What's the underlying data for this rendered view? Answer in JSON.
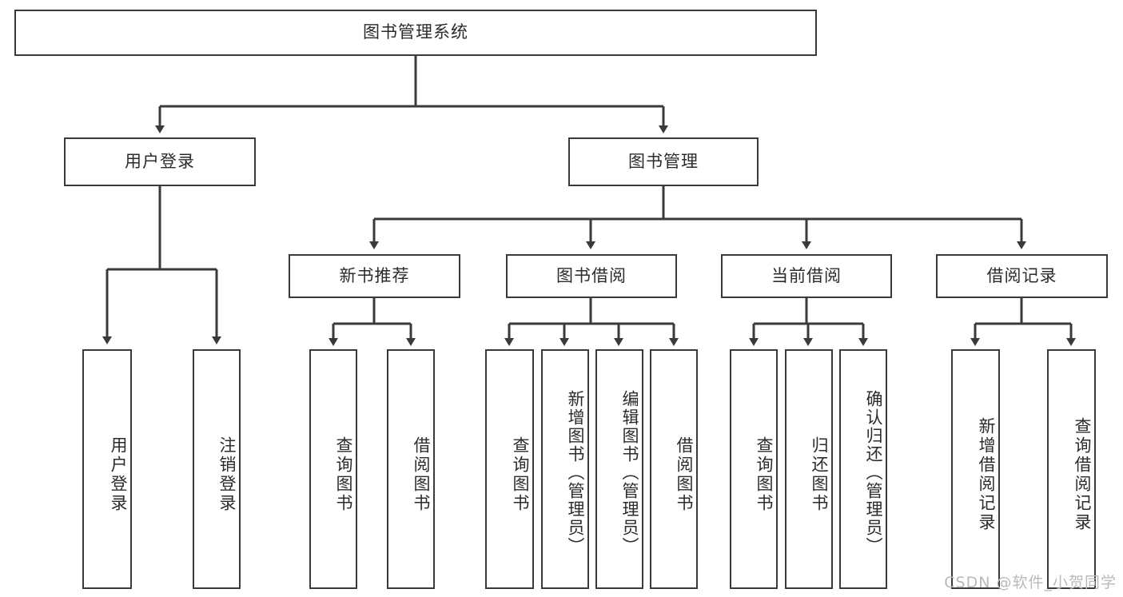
{
  "diagram": {
    "type": "tree",
    "title": "图书管理系统",
    "root": {
      "id": "root",
      "label": "图书管理系统"
    },
    "level1": [
      {
        "id": "user-login",
        "label": "用户登录"
      },
      {
        "id": "book-management",
        "label": "图书管理"
      }
    ],
    "level2": [
      {
        "id": "new-book-recommend",
        "label": "新书推荐",
        "parent": "book-management"
      },
      {
        "id": "book-borrow",
        "label": "图书借阅",
        "parent": "book-management"
      },
      {
        "id": "current-borrow",
        "label": "当前借阅",
        "parent": "book-management"
      },
      {
        "id": "borrow-record",
        "label": "借阅记录",
        "parent": "book-management"
      }
    ],
    "leaves": [
      {
        "id": "leaf-user-login",
        "label": "用户登录",
        "parent": "user-login"
      },
      {
        "id": "leaf-logout-login",
        "label": "注销登录",
        "parent": "user-login"
      },
      {
        "id": "leaf-query-book-1",
        "label": "查询图书",
        "parent": "new-book-recommend"
      },
      {
        "id": "leaf-borrow-book-1",
        "label": "借阅图书",
        "parent": "new-book-recommend"
      },
      {
        "id": "leaf-query-book-2",
        "label": "查询图书",
        "parent": "book-borrow"
      },
      {
        "id": "leaf-add-book",
        "label": "新增图书（管理员）",
        "parent": "book-borrow"
      },
      {
        "id": "leaf-edit-book",
        "label": "编辑图书（管理员）",
        "parent": "book-borrow"
      },
      {
        "id": "leaf-borrow-book-2",
        "label": "借阅图书",
        "parent": "book-borrow"
      },
      {
        "id": "leaf-query-book-3",
        "label": "查询图书",
        "parent": "current-borrow"
      },
      {
        "id": "leaf-return-book",
        "label": "归还图书",
        "parent": "current-borrow"
      },
      {
        "id": "leaf-confirm-return",
        "label": "确认归还（管理员）",
        "parent": "current-borrow"
      },
      {
        "id": "leaf-add-record",
        "label": "新增借阅记录",
        "parent": "borrow-record"
      },
      {
        "id": "leaf-query-record",
        "label": "查询借阅记录",
        "parent": "borrow-record"
      }
    ],
    "colors": {
      "stroke": "#3a3a3a",
      "text": "#2b2b2b",
      "background": "#ffffff",
      "watermark": "#b9b9b9"
    }
  },
  "watermark": {
    "text": "CSDN @软件_小贺同学"
  }
}
